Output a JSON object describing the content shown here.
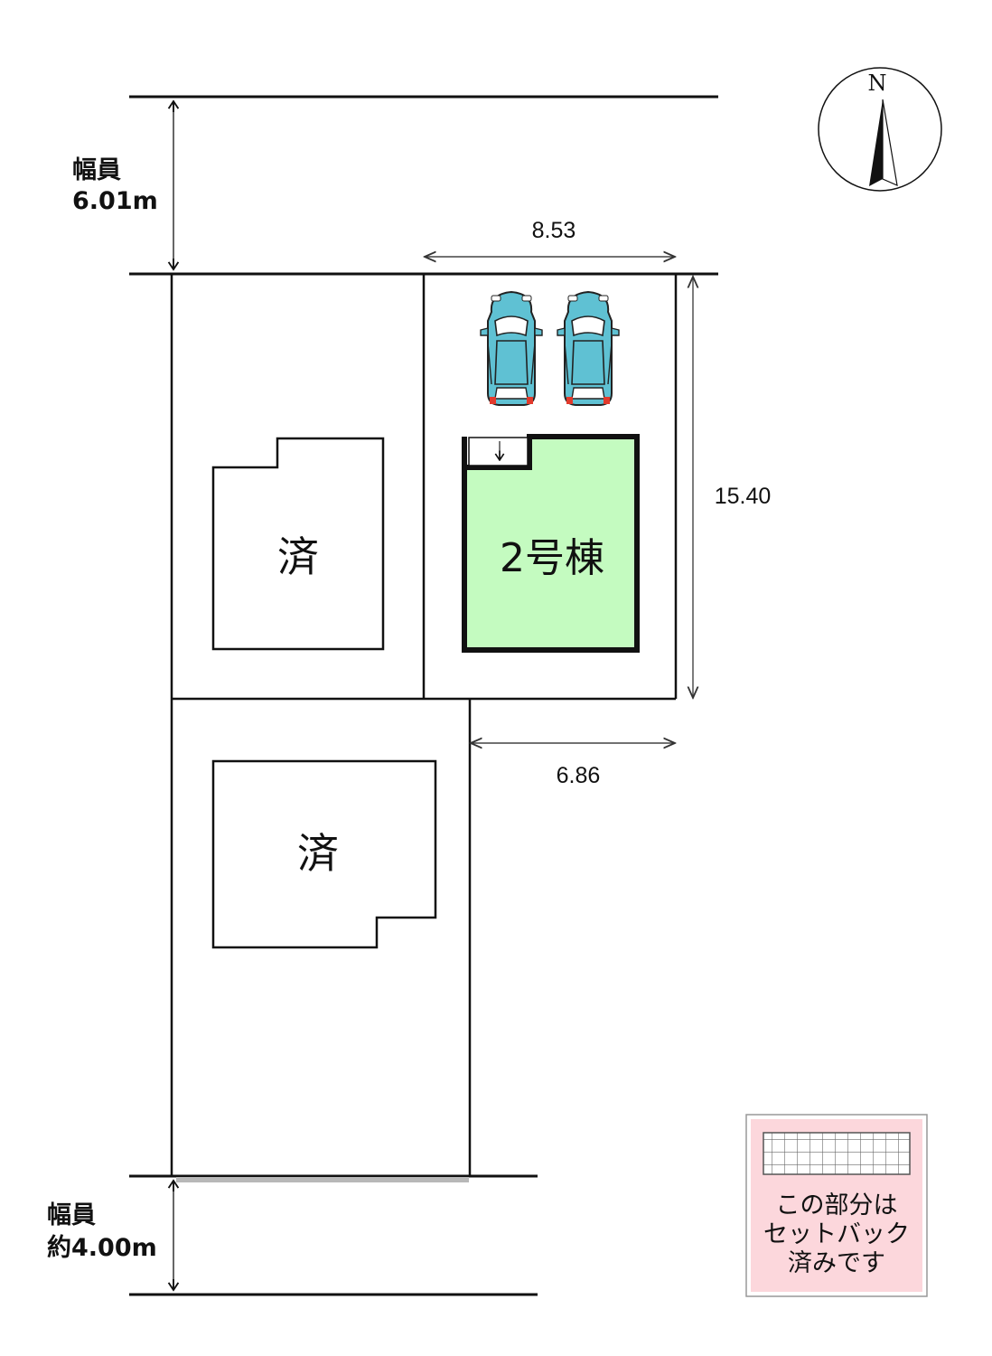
{
  "road_top": {
    "label_line1": "幅員",
    "label_line2": "6.01m"
  },
  "road_bottom": {
    "label_line1": "幅員",
    "label_line2": "約4.00m"
  },
  "dimensions": {
    "top_width": "8.53",
    "depth": "15.40",
    "bottom_width": "6.86"
  },
  "lots": {
    "upper_left_status": "済",
    "lower_left_status": "済",
    "target_unit": "2号棟"
  },
  "compass": {
    "label": "N"
  },
  "legend": {
    "line1": "この部分は",
    "line2": "セットバック",
    "line3": "済みです"
  },
  "colors": {
    "building_fill": "#c4fbc0",
    "car_body": "#5fc1d3",
    "legend_bg": "#fcd7dc",
    "setback_hatch": "#b8b8b8"
  },
  "icons": [
    "compass-icon",
    "car-icon",
    "setback-hatch-icon"
  ]
}
